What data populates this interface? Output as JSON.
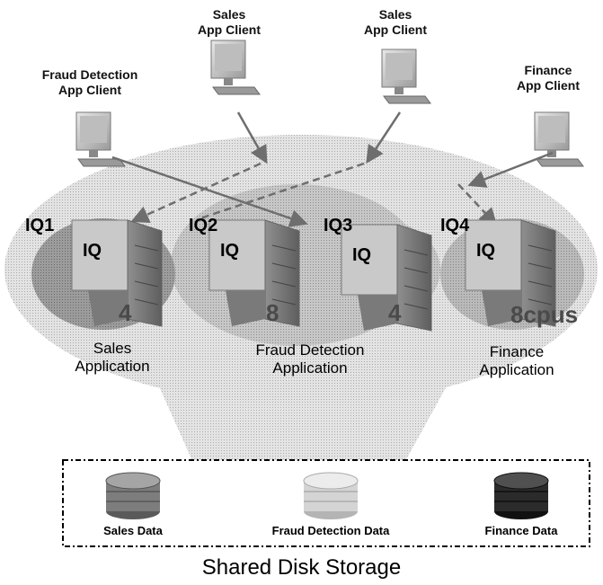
{
  "clients": [
    {
      "id": "fraud",
      "line1": "Fraud Detection",
      "line2": "App Client",
      "icon": "computer-icon"
    },
    {
      "id": "sales1",
      "line1": "Sales",
      "line2": "App Client",
      "icon": "computer-icon"
    },
    {
      "id": "sales2",
      "line1": "Sales",
      "line2": "App Client",
      "icon": "computer-icon"
    },
    {
      "id": "finance",
      "line1": "Finance",
      "line2": "App Client",
      "icon": "computer-icon"
    }
  ],
  "servers": [
    {
      "tag": "IQ1",
      "face": "IQ",
      "cpus": "4"
    },
    {
      "tag": "IQ2",
      "face": "IQ",
      "cpus": "8"
    },
    {
      "tag": "IQ3",
      "face": "IQ",
      "cpus": "4"
    },
    {
      "tag": "IQ4",
      "face": "IQ",
      "cpus": "8cpus"
    }
  ],
  "applications": [
    {
      "line1": "Sales",
      "line2": "Application"
    },
    {
      "line1": "Fraud Detection",
      "line2": "Application"
    },
    {
      "line1": "Finance",
      "line2": "Application"
    }
  ],
  "storage": {
    "label": "Shared Disk Storage",
    "disks": [
      {
        "label": "Sales Data",
        "icon": "database-icon",
        "color": "#7d7d7d"
      },
      {
        "label": "Fraud Detection Data",
        "icon": "database-icon",
        "color": "#cfcfcf"
      },
      {
        "label": "Finance Data",
        "icon": "database-icon",
        "color": "#2b2b2b"
      }
    ]
  },
  "colors": {
    "halo_outer": "#d9d9d9",
    "halo_inner": "#bdbdbd",
    "sales_ellipse": "#8c8c8c",
    "finance_ellipse": "#b0b0b0",
    "arrow": "#6e6e6e"
  }
}
